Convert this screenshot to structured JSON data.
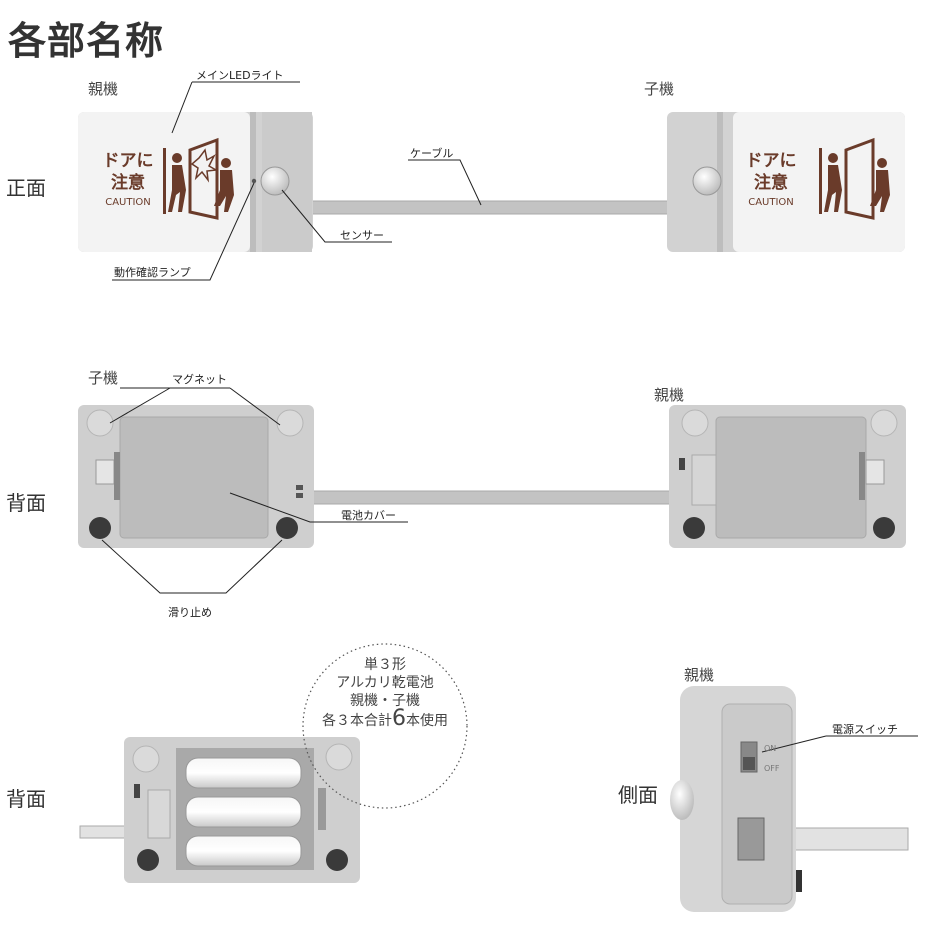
{
  "title": "各部名称",
  "views": {
    "front": "正面",
    "back": "背面",
    "back2": "背面",
    "side": "側面"
  },
  "units": {
    "front_parent": "親機",
    "front_child": "子機",
    "back_child": "子機",
    "back_parent": "親機",
    "side_parent": "親機"
  },
  "labels": {
    "main_led": "メインLEDライト",
    "cable": "ケーブル",
    "sensor": "センサー",
    "status_lamp": "動作確認ランプ",
    "magnet": "マグネット",
    "battery_cover": "電池カバー",
    "non_slip": "滑り止め",
    "power_switch": "電源スイッチ"
  },
  "sign": {
    "line1": "ドアに",
    "line2": "注意",
    "line3": "CAUTION"
  },
  "switch": {
    "on": "ON",
    "off": "OFF"
  },
  "battery_note": {
    "line1": "単３形",
    "line2": "アルカリ乾電池",
    "line3": "親機・子機",
    "line4_pre": "各３本合計",
    "line4_num": "6",
    "line4_post": "本使用"
  },
  "colors": {
    "body": "#cfcfcf",
    "panel": "#f2f2f2",
    "sign": "#6a3b2a",
    "pad": "#3a3a3a"
  }
}
